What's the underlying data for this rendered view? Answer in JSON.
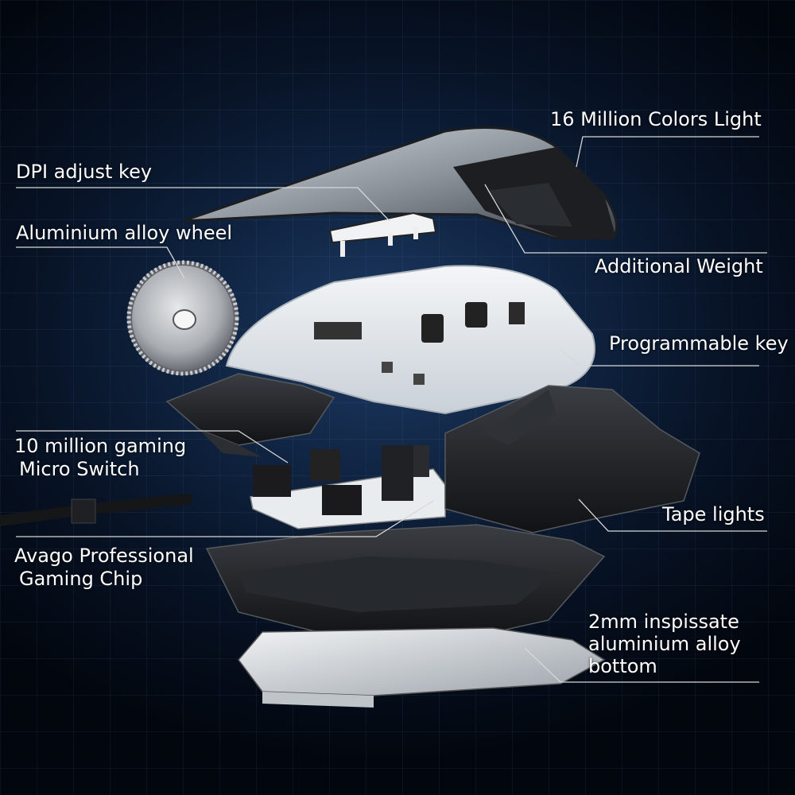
{
  "labels": {
    "colors_light": "16 Million Colors Light",
    "dpi_key": "DPI adjust key",
    "wheel": "Aluminium alloy wheel",
    "weight": "Additional Weight",
    "programmable_key": "Programmable key",
    "switch_line1": "10 million gaming",
    "switch_line2": "Micro Switch",
    "tape_lights": "Tape lights",
    "chip_line1": "Avago Professional",
    "chip_line2": "Gaming Chip",
    "bottom_line1": "2mm inspissate",
    "bottom_line2": "aluminium  alloy",
    "bottom_line3": "bottom"
  },
  "colors": {
    "background": "#0b1a30",
    "shell_white": "#e9eef3",
    "part_black": "#1a1c1f",
    "leader_line": "#d8d8d8"
  }
}
